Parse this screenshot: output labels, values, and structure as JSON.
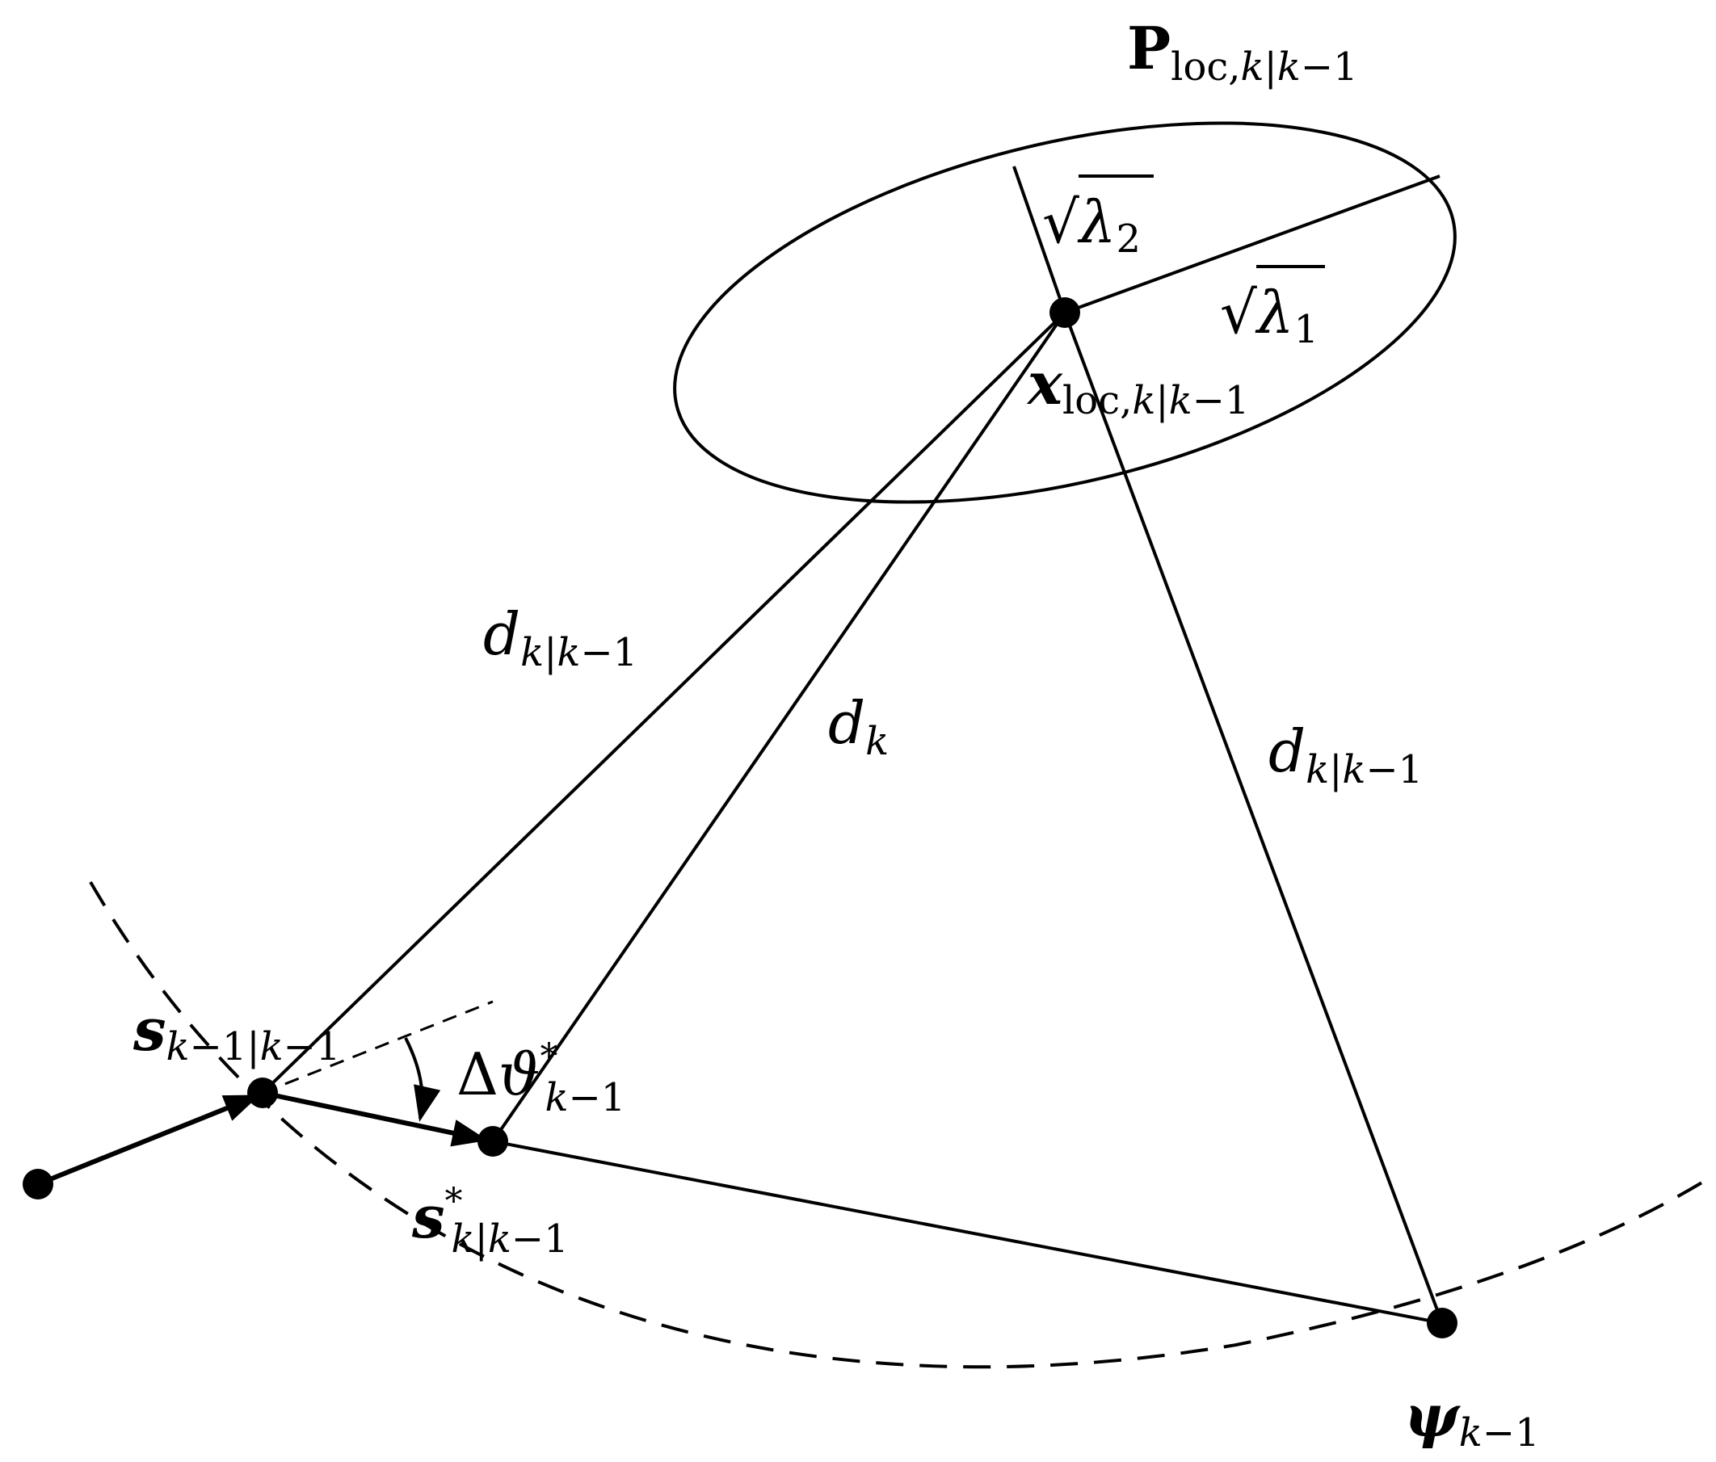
{
  "diagram": {
    "labels": {
      "covariance": {
        "main": "P",
        "sub": "loc,",
        "sub_k": "k",
        "sub_bar": "|",
        "sub_km1": "k",
        "sub_minus1": "−1"
      },
      "sqrt_lambda2": {
        "radical": "√",
        "symbol": "λ",
        "sub": "2"
      },
      "sqrt_lambda1": {
        "radical": "√",
        "symbol": "λ",
        "sub": "1"
      },
      "x_loc": {
        "main": "x",
        "sub": "loc,",
        "sub_k": "k",
        "sub_bar": "|",
        "sub_km1": "k",
        "sub_minus1": "−1"
      },
      "d_left": {
        "main": "d",
        "sub_k": "k",
        "sub_bar": "|",
        "sub_km1": "k",
        "sub_minus1": "−1"
      },
      "d_k": {
        "main": "d",
        "sub_k": "k"
      },
      "d_right": {
        "main": "d",
        "sub_k": "k",
        "sub_bar": "|",
        "sub_km1": "k",
        "sub_minus1": "−1"
      },
      "s_prev": {
        "main": "s",
        "sub_k": "k",
        "sub_minus1a": "−1",
        "sub_bar": "|",
        "sub_km1": "k",
        "sub_minus1": "−1"
      },
      "delta_theta": {
        "delta": "Δ",
        "theta": "ϑ",
        "sup": "*",
        "sub_k": "k",
        "sub_minus1": "−1"
      },
      "s_star": {
        "main": "s",
        "sup": "*",
        "sub_k": "k",
        "sub_bar": "|",
        "sub_km1": "k",
        "sub_minus1": "−1"
      },
      "psi": {
        "main": "ψ",
        "sub_k": "k",
        "sub_minus1": "−1"
      }
    },
    "colors": {
      "ink": "#000000",
      "background": "#ffffff"
    }
  }
}
